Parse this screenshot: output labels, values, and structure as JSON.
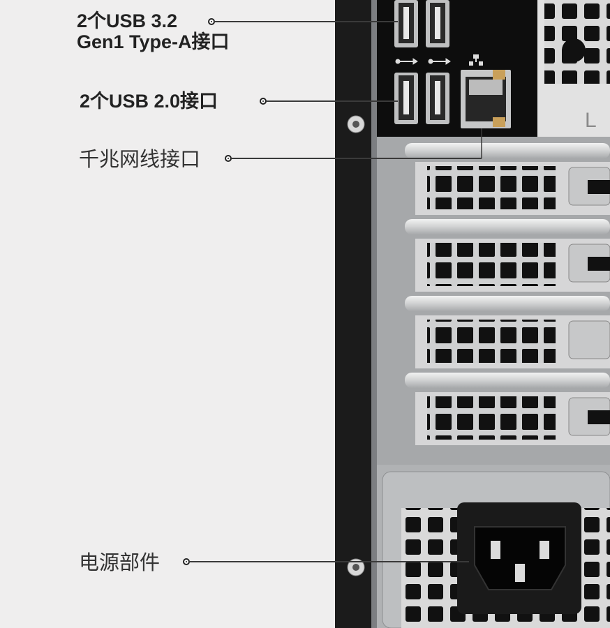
{
  "callouts": {
    "usb32_line1": "2个USB 3.2",
    "usb32_line2": "Gen1 Type-A接口",
    "usb20": "2个USB 2.0接口",
    "ethernet": "千兆网线接口",
    "power": "电源部件"
  },
  "colors": {
    "background": "#efeeee",
    "chassis_metal": "#9a9c9f",
    "chassis_edge": "#1b1b1b",
    "label_text": "#222222"
  },
  "icons": [
    "usb-icon",
    "usb-icon",
    "network-icon"
  ]
}
